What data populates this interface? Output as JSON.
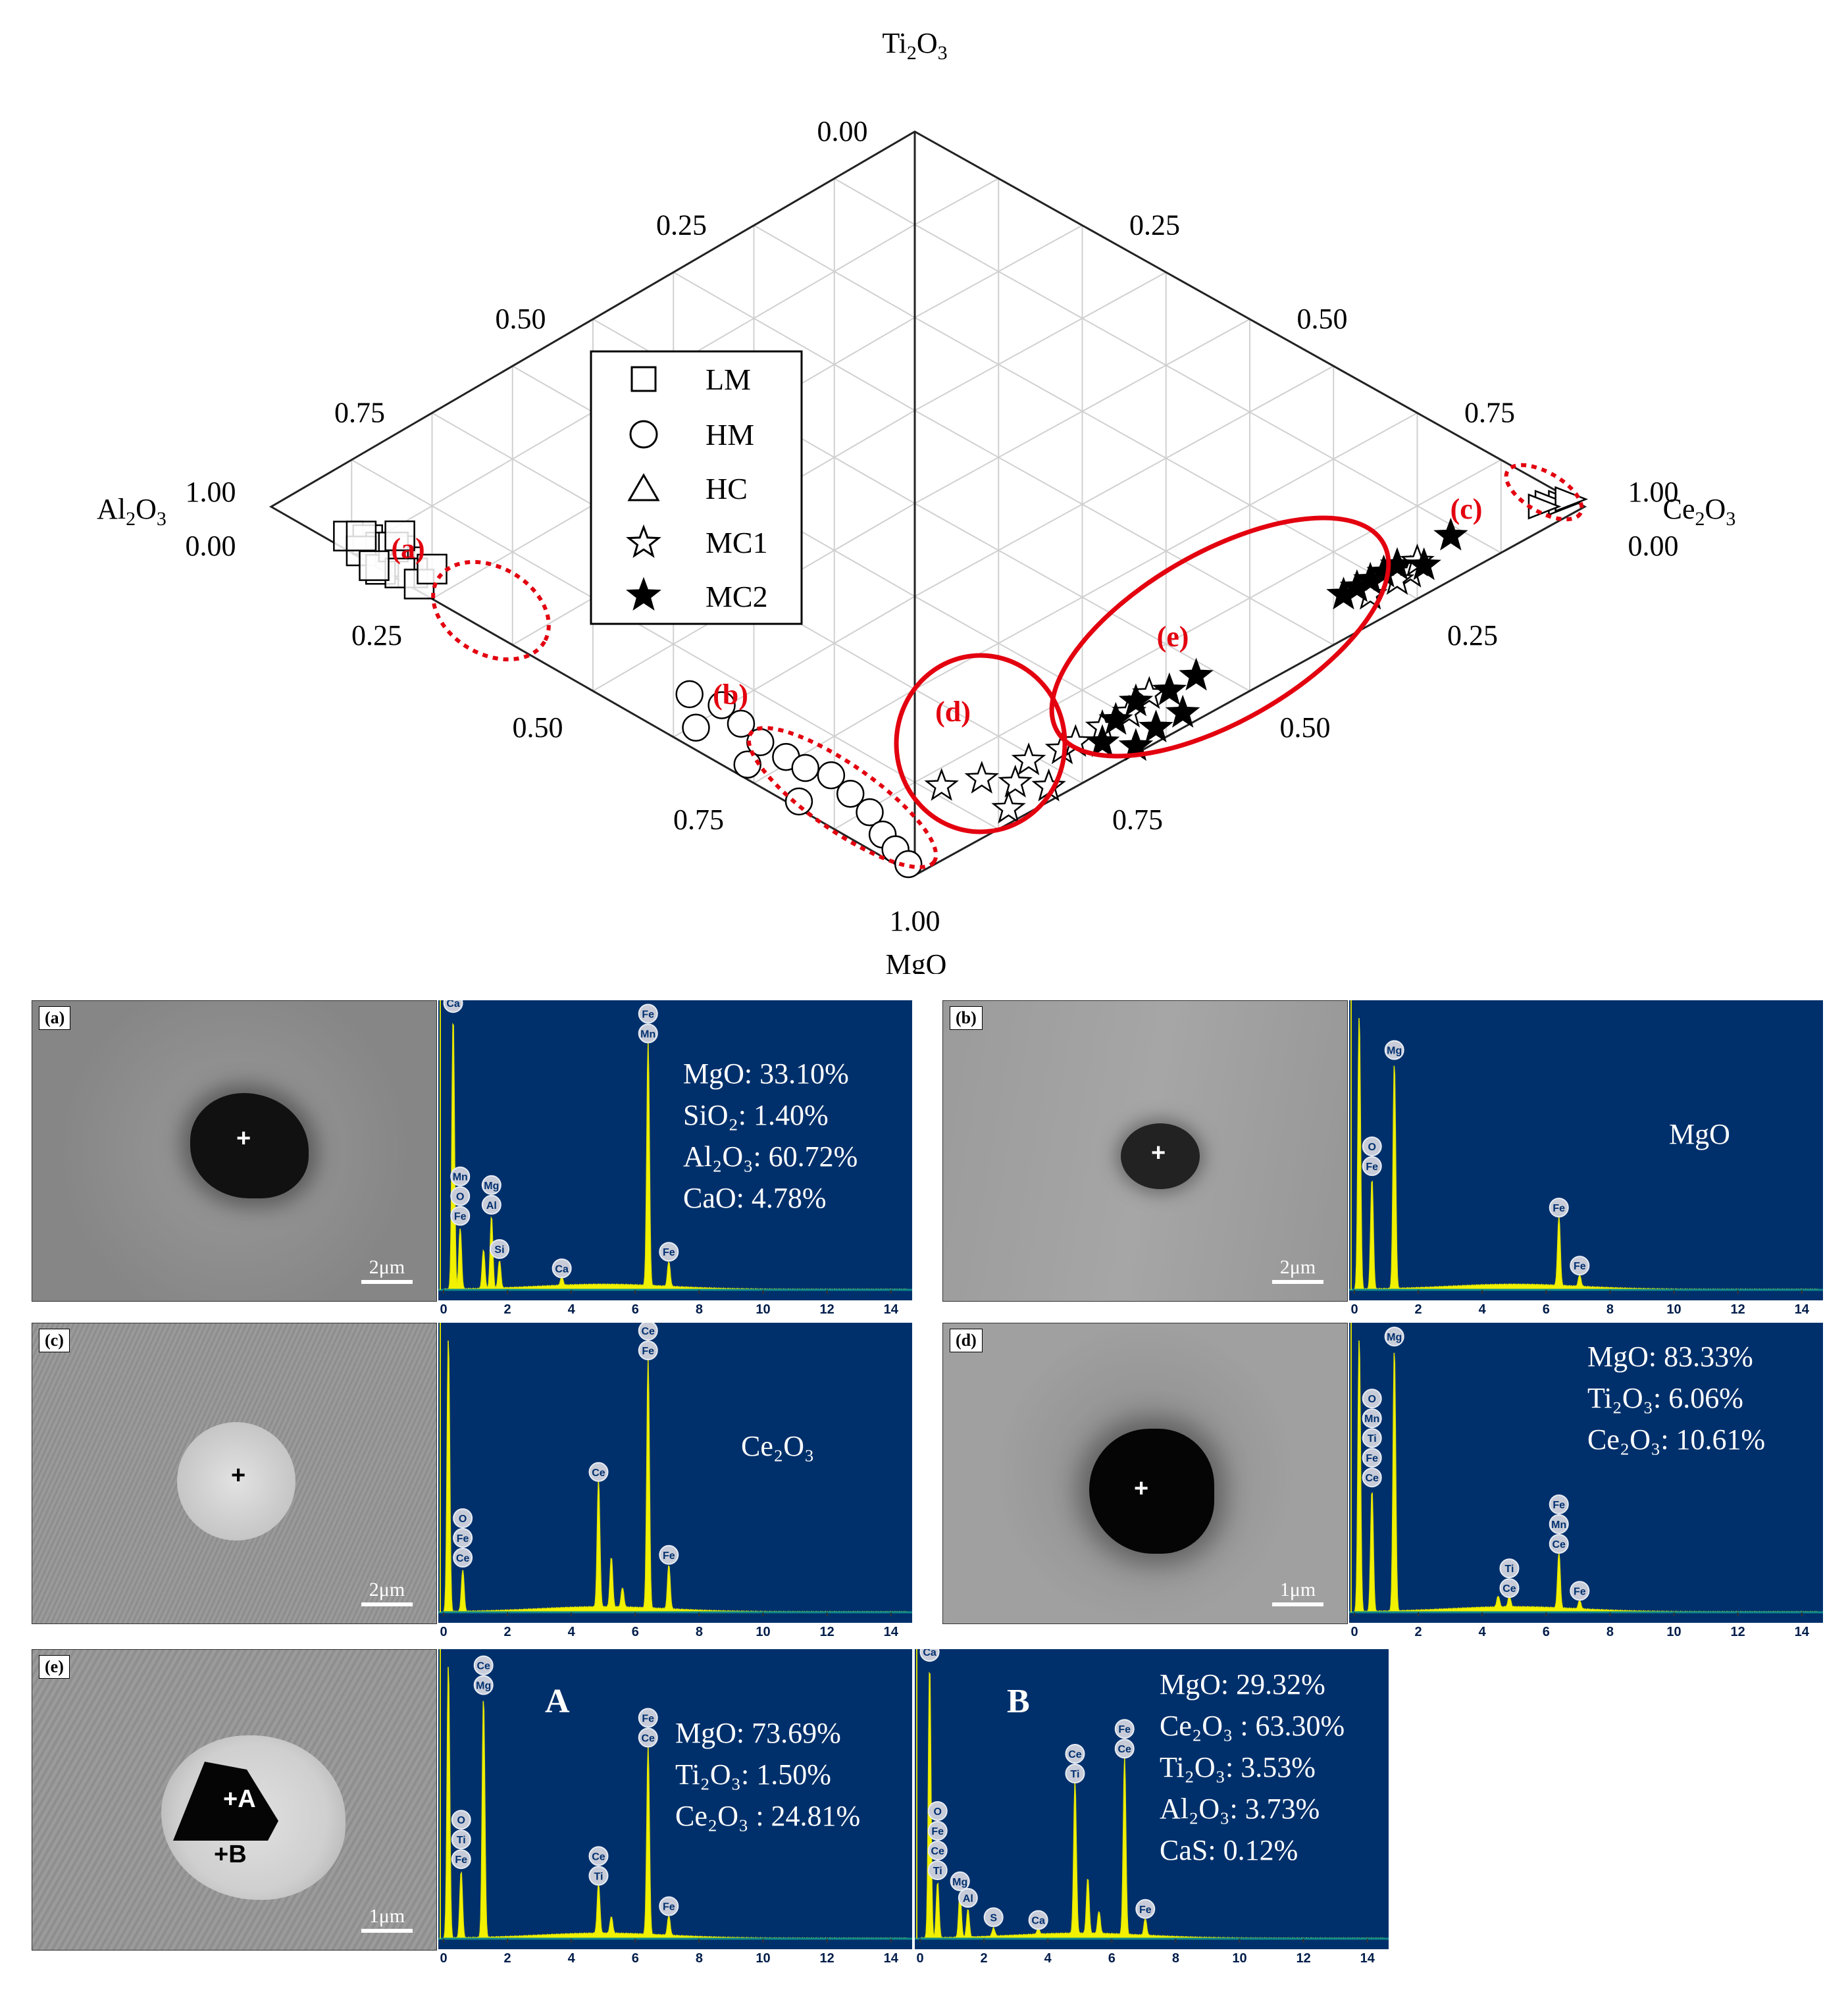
{
  "ternary": {
    "apex_top": {
      "formula": "Ti",
      "sub1": "2",
      "mid": "O",
      "sub2": "3"
    },
    "apex_left": {
      "formula": "Al",
      "sub1": "2",
      "mid": "O",
      "sub2": "3"
    },
    "apex_right": {
      "formula": "Ce",
      "sub1": "2",
      "mid": "O",
      "sub2": "3"
    },
    "apex_bottom": "MgO",
    "ticks": [
      "0.00",
      "0.25",
      "0.50",
      "0.75",
      "1.00"
    ],
    "legend": [
      "LM",
      "HM",
      "HC",
      "MC1",
      "MC2"
    ],
    "region_labels": [
      "(a)",
      "(b)",
      "(c)",
      "(d)",
      "(e)"
    ],
    "colors": {
      "region": "#e3000f",
      "grid": "#d0d0d0",
      "axis": "#222222"
    }
  },
  "chart_data": {
    "type": "scatter",
    "coordinate_system": "ternary diamond (Ti2O3 top, Al2O3 left, Ce2O3 right, MgO bottom); each point: mg = MgO fraction, other = Al2O3 (left half) or Ce2O3 (right half) fraction",
    "series": [
      {
        "name": "LM",
        "marker": "square",
        "side": "left",
        "points": [
          [
            0.1,
            0.88
          ],
          [
            0.12,
            0.85
          ],
          [
            0.14,
            0.83
          ],
          [
            0.16,
            0.8
          ],
          [
            0.18,
            0.79
          ],
          [
            0.13,
            0.86
          ],
          [
            0.17,
            0.83
          ],
          [
            0.2,
            0.78
          ],
          [
            0.15,
            0.81
          ],
          [
            0.11,
            0.86
          ],
          [
            0.19,
            0.8
          ],
          [
            0.22,
            0.77
          ],
          [
            0.16,
            0.84
          ],
          [
            0.21,
            0.75
          ],
          [
            0.14,
            0.8
          ]
        ]
      },
      {
        "name": "HM",
        "marker": "circle",
        "side": "left",
        "points": [
          [
            0.58,
            0.35
          ],
          [
            0.62,
            0.3
          ],
          [
            0.66,
            0.27
          ],
          [
            0.7,
            0.24
          ],
          [
            0.74,
            0.2
          ],
          [
            0.77,
            0.17
          ],
          [
            0.8,
            0.13
          ],
          [
            0.84,
            0.1
          ],
          [
            0.88,
            0.07
          ],
          [
            0.92,
            0.05
          ],
          [
            0.95,
            0.03
          ],
          [
            0.98,
            0.01
          ],
          [
            0.63,
            0.34
          ],
          [
            0.72,
            0.26
          ],
          [
            0.81,
            0.18
          ]
        ]
      },
      {
        "name": "HC",
        "marker": "triangle",
        "side": "right",
        "points": [
          [
            0.01,
            0.97
          ],
          [
            0.02,
            0.95
          ],
          [
            0.0,
            0.98
          ],
          [
            0.03,
            0.94
          ]
        ]
      },
      {
        "name": "MC1",
        "marker": "open-star",
        "side": "right",
        "points": [
          [
            0.86,
            0.04
          ],
          [
            0.82,
            0.1
          ],
          [
            0.8,
            0.15
          ],
          [
            0.76,
            0.17
          ],
          [
            0.72,
            0.22
          ],
          [
            0.84,
            0.14
          ],
          [
            0.78,
            0.2
          ],
          [
            0.7,
            0.24
          ],
          [
            0.66,
            0.28
          ],
          [
            0.62,
            0.32
          ],
          [
            0.58,
            0.35
          ],
          [
            0.28,
            0.68
          ],
          [
            0.22,
            0.74
          ],
          [
            0.2,
            0.75
          ],
          [
            0.24,
            0.72
          ]
        ]
      },
      {
        "name": "MC2",
        "marker": "filled-star",
        "side": "right",
        "points": [
          [
            0.68,
            0.28
          ],
          [
            0.64,
            0.3
          ],
          [
            0.6,
            0.33
          ],
          [
            0.62,
            0.36
          ],
          [
            0.56,
            0.38
          ],
          [
            0.58,
            0.4
          ],
          [
            0.52,
            0.42
          ],
          [
            0.66,
            0.33
          ],
          [
            0.28,
            0.66
          ],
          [
            0.24,
            0.7
          ],
          [
            0.2,
            0.76
          ],
          [
            0.14,
            0.8
          ],
          [
            0.22,
            0.72
          ],
          [
            0.3,
            0.64
          ],
          [
            0.26,
            0.68
          ]
        ]
      }
    ]
  },
  "panels": {
    "a": {
      "tag": "(a)",
      "scale": "2μm",
      "comp": [
        "MgO: 33.10%",
        "SiO₂: 1.40%",
        "Al₂O₃: 60.72%",
        "CaO: 4.78%"
      ],
      "peaks": [
        {
          "e": 0.3,
          "h": 0.99,
          "lbl": [
            "Ca"
          ]
        },
        {
          "e": 0.52,
          "h": 0.22,
          "lbl": [
            "Mn",
            "O",
            "Fe"
          ]
        },
        {
          "e": 1.25,
          "h": 0.14,
          "lbl": []
        },
        {
          "e": 1.5,
          "h": 0.26,
          "lbl": [
            "Mg",
            "Al"
          ]
        },
        {
          "e": 1.75,
          "h": 0.1,
          "lbl": [
            "Si"
          ]
        },
        {
          "e": 3.7,
          "h": 0.03,
          "lbl": [
            "Ca"
          ]
        },
        {
          "e": 6.4,
          "h": 0.88,
          "lbl": [
            "Fe",
            "Mn"
          ]
        },
        {
          "e": 7.05,
          "h": 0.09,
          "lbl": [
            "Fe"
          ]
        }
      ]
    },
    "b": {
      "tag": "(b)",
      "scale": "2μm",
      "comp": [
        "MgO"
      ],
      "peaks": [
        {
          "e": 0.15,
          "h": 0.99,
          "lbl": []
        },
        {
          "e": 0.55,
          "h": 0.4,
          "lbl": [
            "O",
            "Fe"
          ]
        },
        {
          "e": 1.25,
          "h": 0.82,
          "lbl": [
            "Mg"
          ]
        },
        {
          "e": 6.4,
          "h": 0.25,
          "lbl": [
            "Fe"
          ]
        },
        {
          "e": 7.05,
          "h": 0.04,
          "lbl": [
            "Fe"
          ]
        }
      ]
    },
    "c": {
      "tag": "(c)",
      "scale": "2μm",
      "comp": [
        "Ce₂O₃"
      ],
      "peaks": [
        {
          "e": 0.15,
          "h": 0.99,
          "lbl": []
        },
        {
          "e": 0.6,
          "h": 0.15,
          "lbl": [
            "O",
            "Fe",
            "Ce"
          ]
        },
        {
          "e": 4.85,
          "h": 0.46,
          "lbl": [
            "Ce"
          ]
        },
        {
          "e": 5.25,
          "h": 0.18,
          "lbl": []
        },
        {
          "e": 5.6,
          "h": 0.07,
          "lbl": []
        },
        {
          "e": 6.4,
          "h": 0.9,
          "lbl": [
            "Ce",
            "Fe"
          ]
        },
        {
          "e": 7.05,
          "h": 0.16,
          "lbl": [
            "Fe"
          ]
        }
      ]
    },
    "d": {
      "tag": "(d)",
      "scale": "1μm",
      "comp": [
        "MgO: 83.33%",
        "Ti₂O₃: 6.06%",
        "Ce₂O₃: 10.61%"
      ],
      "peaks": [
        {
          "e": 0.15,
          "h": 0.99,
          "lbl": []
        },
        {
          "e": 0.55,
          "h": 0.44,
          "lbl": [
            "O",
            "Mn",
            "Ti",
            "Fe",
            "Ce"
          ]
        },
        {
          "e": 1.25,
          "h": 0.95,
          "lbl": [
            "Mg"
          ]
        },
        {
          "e": 4.5,
          "h": 0.04,
          "lbl": []
        },
        {
          "e": 4.85,
          "h": 0.04,
          "lbl": [
            "Ti",
            "Ce"
          ]
        },
        {
          "e": 6.4,
          "h": 0.2,
          "lbl": [
            "Fe",
            "Mn",
            "Ce"
          ]
        },
        {
          "e": 7.05,
          "h": 0.03,
          "lbl": [
            "Fe"
          ]
        }
      ]
    },
    "e": {
      "tag": "(e)",
      "scale": "1μm",
      "spotA": "+A",
      "spotB": "+B",
      "A": {
        "letter": "A",
        "comp": [
          "MgO: 73.69%",
          "Ti₂O₃: 1.50%",
          "Ce₂O₃ : 24.81%"
        ],
        "peaks": [
          {
            "e": 0.15,
            "h": 0.99,
            "lbl": []
          },
          {
            "e": 0.55,
            "h": 0.24,
            "lbl": [
              "O",
              "Ti",
              "Fe"
            ]
          },
          {
            "e": 1.25,
            "h": 0.87,
            "lbl": [
              "Ce",
              "Mg"
            ]
          },
          {
            "e": 4.85,
            "h": 0.18,
            "lbl": [
              "Ce",
              "Ti"
            ]
          },
          {
            "e": 5.25,
            "h": 0.06,
            "lbl": []
          },
          {
            "e": 6.4,
            "h": 0.68,
            "lbl": [
              "Fe",
              "Ce"
            ]
          },
          {
            "e": 7.05,
            "h": 0.07,
            "lbl": [
              "Fe"
            ]
          }
        ]
      },
      "B": {
        "letter": "B",
        "comp": [
          "MgO: 29.32%",
          "Ce₂O₃ : 63.30%",
          "Ti₂O₃: 3.53%",
          "Al₂O₃: 3.73%",
          "CaS: 0.12%"
        ],
        "peaks": [
          {
            "e": 0.3,
            "h": 0.99,
            "lbl": [
              "Ca"
            ]
          },
          {
            "e": 0.55,
            "h": 0.2,
            "lbl": [
              "O",
              "Fe",
              "Ce",
              "Ti"
            ]
          },
          {
            "e": 1.25,
            "h": 0.16,
            "lbl": [
              "Mg"
            ]
          },
          {
            "e": 1.5,
            "h": 0.1,
            "lbl": [
              "Al"
            ]
          },
          {
            "e": 2.3,
            "h": 0.03,
            "lbl": [
              "S"
            ]
          },
          {
            "e": 3.7,
            "h": 0.02,
            "lbl": [
              "Ca"
            ]
          },
          {
            "e": 4.85,
            "h": 0.55,
            "lbl": [
              "Ce",
              "Ti"
            ]
          },
          {
            "e": 5.25,
            "h": 0.2,
            "lbl": []
          },
          {
            "e": 5.6,
            "h": 0.08,
            "lbl": []
          },
          {
            "e": 6.4,
            "h": 0.64,
            "lbl": [
              "Fe",
              "Ce"
            ]
          },
          {
            "e": 7.05,
            "h": 0.06,
            "lbl": [
              "Fe"
            ]
          }
        ]
      }
    },
    "eds_axis": {
      "ticks": [
        "0",
        "2",
        "4",
        "6",
        "8",
        "10",
        "12",
        "14"
      ],
      "max": 14.5
    }
  }
}
